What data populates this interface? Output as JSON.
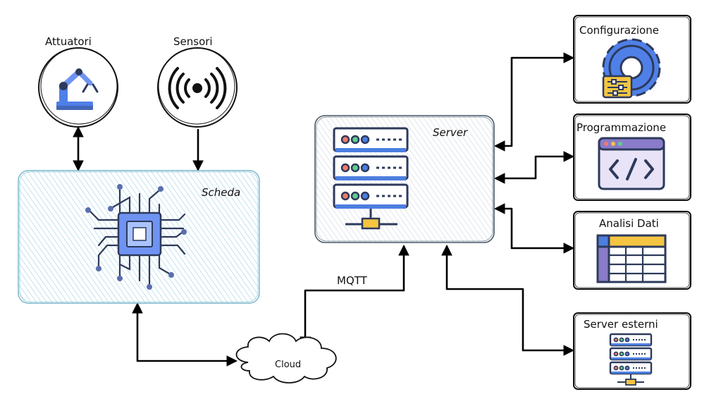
{
  "nodes": {
    "attuatori": {
      "label": "Attuatori",
      "icon": "robot-arm-icon"
    },
    "sensori": {
      "label": "Sensori",
      "icon": "sensor-signal-icon"
    },
    "scheda": {
      "label": "Scheda",
      "icon": "microchip-icon"
    },
    "server": {
      "label": "Server",
      "icon": "server-rack-icon"
    },
    "cloud": {
      "label": "Cloud",
      "icon": "cloud-icon"
    },
    "configurazione": {
      "label": "Configurazione",
      "icon": "gear-settings-icon"
    },
    "programmazione": {
      "label": "Programmazione",
      "icon": "code-window-icon"
    },
    "analisi": {
      "label": "Analisi Dati",
      "icon": "data-table-icon"
    },
    "esterni": {
      "label": "Server esterni",
      "icon": "server-rack-icon"
    }
  },
  "edges": {
    "mqtt_label": "MQTT"
  },
  "colors": {
    "panel_fill": "#d9ecf4",
    "hatch": "#8ec9e0",
    "chip_blue": "#6f93f2",
    "chip_dark": "#2d3a5c",
    "server_blue": "#4c7ee0",
    "gear_blue": "#4f80e8",
    "yellow": "#f5c542",
    "purple": "#8a7cc9"
  }
}
